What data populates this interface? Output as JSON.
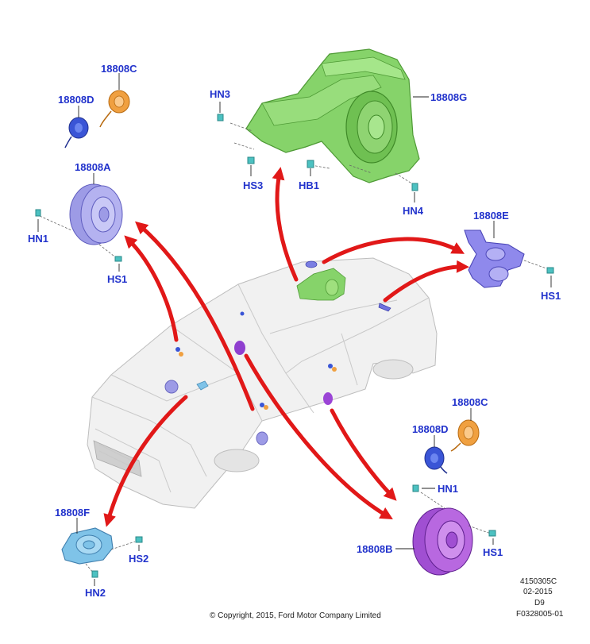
{
  "labels": {
    "18808C_top": "18808C",
    "18808D_top": "18808D",
    "18808A": "18808A",
    "HN1_left": "HN1",
    "HS1_left": "HS1",
    "HN3": "HN3",
    "HS3": "HS3",
    "HB1": "HB1",
    "18808G": "18808G",
    "HN4": "HN4",
    "18808E": "18808E",
    "HS1_right": "HS1",
    "18808C_bottom": "18808C",
    "18808D_bottom": "18808D",
    "HN1_bottom": "HN1",
    "18808B": "18808B",
    "HS1_bottom": "HS1",
    "18808F": "18808F",
    "HS2": "HS2",
    "HN2": "HN2"
  },
  "footer": {
    "copyright": "© Copyright, 2015, Ford Motor Company Limited",
    "code1": "4150305C",
    "date": "02-2015",
    "rev": "D9",
    "figure": "F0328005-01"
  },
  "colors": {
    "label": "#2233cc",
    "arrow": "#e11818",
    "orange_part": "#f0a040",
    "blue_part": "#3a55d6",
    "lavender_part": "#9d9be6",
    "green_part": "#86d36a",
    "violet_part": "#8f89ec",
    "purple_part": "#b061dc",
    "cyan_part": "#7fc3e8",
    "fastener": "#4cc1c1"
  }
}
